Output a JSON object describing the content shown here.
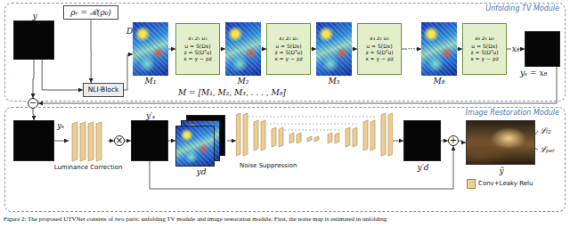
{
  "diagram": {
    "caption": "Figure 2: The proposed UTVNet consists of two parts: unfolding TV module and image restoration module. First, the noise map is estimated in unfolding",
    "nodes": [
      {
        "text": [
          "Unfolding TV Module"
        ]
      },
      {
        "text": [
          "y"
        ],
        "in": 0
      },
      {
        "text": [
          "ρᵣ = ℛ(ρ₀)"
        ],
        "in": 0
      },
      {
        "text": [
          "NLI-Block"
        ],
        "in": 0
      },
      {
        "text": [
          "M₁"
        ],
        "in": 0
      },
      {
        "text": [
          "x₁ z₁ u₁",
          "u = S(Dx)",
          "z = S(Dᵀu)",
          "x = y − ρz"
        ],
        "in": 0
      },
      {
        "text": [
          "M₂"
        ],
        "in": 0
      },
      {
        "text": [
          "x₂ z₂ u₂",
          "u = S(Dx)",
          "z = S(Dᵀu)",
          "x = y − ρz"
        ],
        "in": 0
      },
      {
        "text": [
          "M₃"
        ],
        "in": 0
      },
      {
        "text": [
          "x₃ z₃ u₃",
          "u = S(Dx)",
          "z = S(Dᵀu)",
          "x = y − ρz"
        ],
        "in": 0
      },
      {
        "text": [
          "M₈"
        ],
        "in": 0
      },
      {
        "text": [
          "x₈ z₈ u₈",
          "u = S(Dx)",
          "z = S(Dᵀu)",
          "x = y − ρz"
        ],
        "in": 0
      },
      {
        "text": [
          "yₛ = x₈"
        ],
        "in": 0
      },
      {
        "text": [
          "−"
        ]
      },
      {
        "text": [
          "Image Restoration Module"
        ]
      },
      {
        "text": [
          "yₛ"
        ],
        "in": 14
      },
      {
        "text": [
          "Luminance Correction"
        ],
        "in": 14
      },
      {
        "text": [
          "×"
        ],
        "in": 14
      },
      {
        "text": [
          "y′ₛ"
        ],
        "in": 14
      },
      {
        "text": [
          "yd"
        ],
        "in": 14
      },
      {
        "text": [
          "Noise Suppression"
        ],
        "in": 14
      },
      {
        "text": [
          "y′d"
        ],
        "in": 14
      },
      {
        "text": [
          "+"
        ],
        "in": 14
      },
      {
        "text": [
          "ỹ"
        ],
        "in": 14
      }
    ],
    "edges": [
      {
        "from": 1,
        "to": 3,
        "arrow": "to"
      },
      {
        "from": 2,
        "to": 3,
        "arrow": "to"
      },
      {
        "from": 3,
        "to": 4,
        "arrow": "to"
      },
      {
        "from": 4,
        "to": 5,
        "arrow": "to"
      },
      {
        "from": 5,
        "to": 6,
        "arrow": "to"
      },
      {
        "from": 6,
        "to": 7,
        "arrow": "to"
      },
      {
        "from": 7,
        "to": 8,
        "arrow": "to"
      },
      {
        "from": 8,
        "to": 9,
        "arrow": "to"
      },
      {
        "from": 9,
        "to": 10,
        "label": "···",
        "arrow": "to"
      },
      {
        "from": 10,
        "to": 11,
        "arrow": "to"
      },
      {
        "from": 11,
        "to": 12,
        "label": "x₈",
        "arrow": "to"
      },
      {
        "from": 1,
        "to": 13,
        "arrow": "to"
      },
      {
        "from": 12,
        "to": 13,
        "arrow": "to"
      },
      {
        "from": 13,
        "to": 15,
        "arrow": "to"
      },
      {
        "from": 15,
        "to": 16,
        "arrow": "to"
      },
      {
        "from": 16,
        "to": 17,
        "arrow": "to"
      },
      {
        "from": 17,
        "to": 18,
        "arrow": "to"
      },
      {
        "from": 18,
        "to": 19,
        "arrow": "to"
      },
      {
        "from": 19,
        "to": 20,
        "arrow": "to"
      },
      {
        "from": 20,
        "to": 21,
        "arrow": "to"
      },
      {
        "from": 21,
        "to": 22,
        "arrow": "to"
      },
      {
        "from": 18,
        "to": 22,
        "arrow": "to"
      },
      {
        "from": 22,
        "to": 23,
        "arrow": "to"
      }
    ],
    "labels": [
      "D",
      "M = [M₁, M₂, M₃, . . . , M₈]",
      "ℒₗ₂",
      "ℒₚₑᵣ"
    ],
    "legend": [
      {
        "text": "Conv+Leaky Relu",
        "color": "#e9cf97"
      }
    ]
  }
}
